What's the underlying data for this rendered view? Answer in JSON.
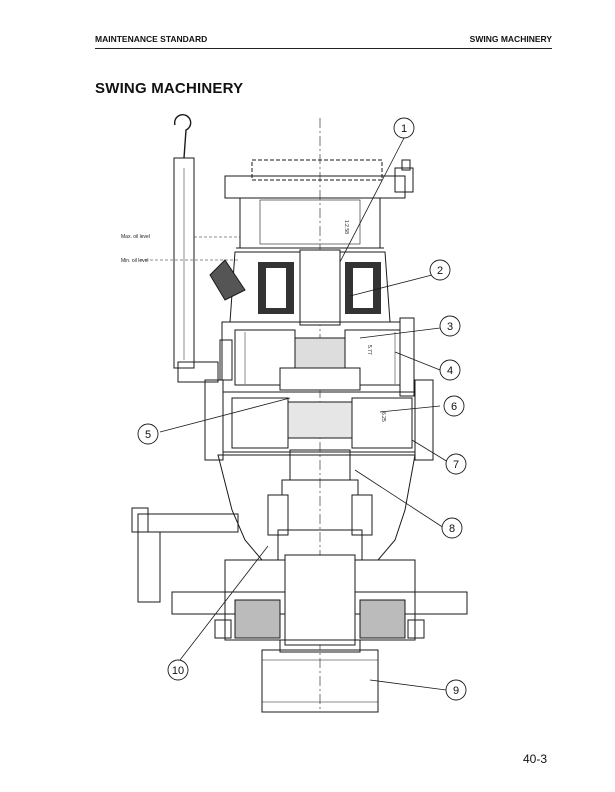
{
  "header": {
    "left": "MAINTENANCE STANDARD",
    "right": "SWING MACHINERY"
  },
  "page_title": "SWING MACHINERY",
  "drawing": {
    "labels": {
      "max_oil_level": "Max. oil level",
      "min_oil_level": "Min. oil level",
      "dim_1": "1:2.58",
      "dim_2": "5.77",
      "dim_3": "6.25"
    },
    "callouts": [
      "1",
      "2",
      "3",
      "4",
      "5",
      "6",
      "7",
      "8",
      "9",
      "10"
    ]
  },
  "page_number": "40-3"
}
